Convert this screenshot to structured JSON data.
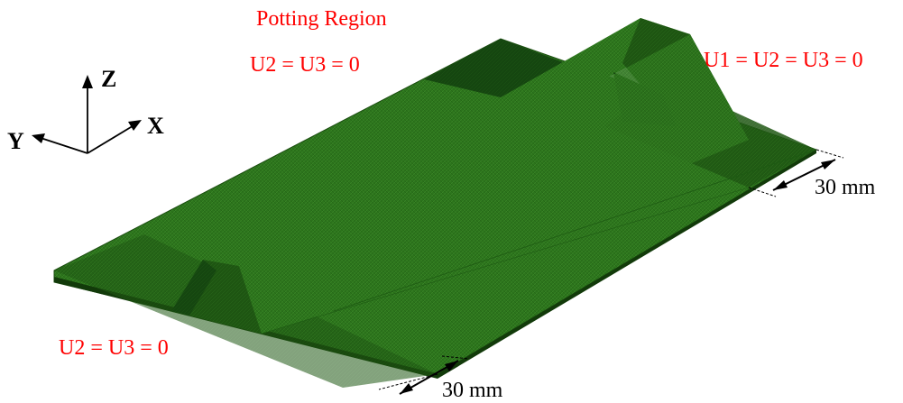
{
  "labels": {
    "potting_region": "Potting Region",
    "bc_potting": "U2 = U3 = 0",
    "bc_fixed": "U1 = U2 = U3 = 0",
    "bc_left": "U2 = U3 = 0",
    "dim_right": "30 mm",
    "dim_bottom": "30 mm"
  },
  "axes": {
    "z": "Z",
    "y": "Y",
    "x": "X"
  },
  "colors": {
    "mesh_light": "#2f7a1f",
    "mesh_mid": "#256316",
    "mesh_dark": "#1b4d10",
    "mesh_darker": "#133a0b",
    "label_red": "#ff0000"
  }
}
